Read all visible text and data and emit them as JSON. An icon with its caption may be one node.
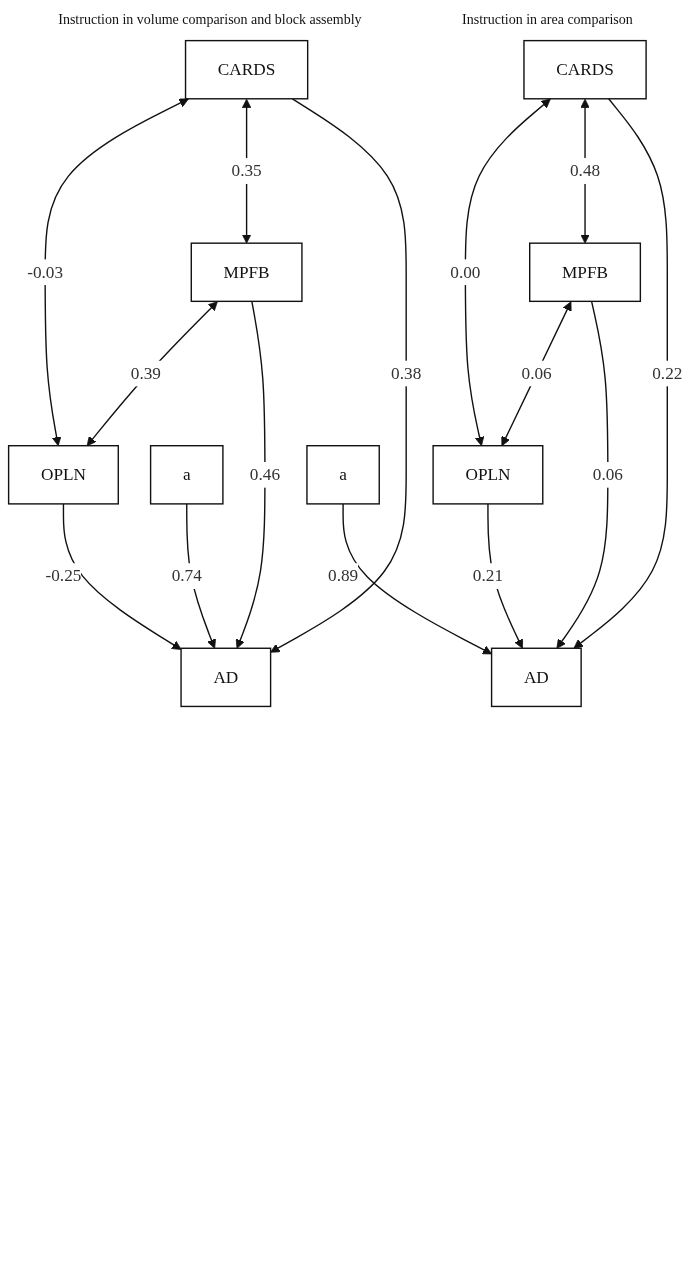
{
  "diagram": {
    "nodes": [
      {
        "text": [
          "CARDS"
        ]
      },
      {
        "text": [
          "MPFB"
        ]
      },
      {
        "text": [
          "OPLN"
        ]
      },
      {
        "text": [
          "a"
        ]
      },
      {
        "text": [
          "AD"
        ]
      },
      {
        "text": [
          "CARDS"
        ]
      },
      {
        "text": [
          "MPFB"
        ]
      },
      {
        "text": [
          "OPLN"
        ]
      },
      {
        "text": [
          "a"
        ]
      },
      {
        "text": [
          "AD"
        ]
      }
    ],
    "edges": [
      {
        "from": 0,
        "to": 2,
        "arrow": "both",
        "label": "-0.03"
      },
      {
        "from": 0,
        "to": 1,
        "arrow": "both",
        "label": "0.35"
      },
      {
        "from": 1,
        "to": 2,
        "arrow": "both",
        "label": "0.39"
      },
      {
        "from": 0,
        "to": 4,
        "arrow": "to",
        "label": "0.38"
      },
      {
        "from": 1,
        "to": 4,
        "arrow": "to",
        "label": "0.46"
      },
      {
        "from": 2,
        "to": 4,
        "arrow": "to",
        "label": "-0.25"
      },
      {
        "from": 3,
        "to": 4,
        "arrow": "to",
        "label": "0.74"
      },
      {
        "from": 5,
        "to": 7,
        "arrow": "both",
        "label": "0.00"
      },
      {
        "from": 5,
        "to": 6,
        "arrow": "both",
        "label": "0.48"
      },
      {
        "from": 6,
        "to": 7,
        "arrow": "both",
        "label": "0.06"
      },
      {
        "from": 5,
        "to": 9,
        "arrow": "to",
        "label": "0.22"
      },
      {
        "from": 6,
        "to": 9,
        "arrow": "to",
        "label": "0.06"
      },
      {
        "from": 7,
        "to": 9,
        "arrow": "to",
        "label": "0.21"
      },
      {
        "from": 8,
        "to": 9,
        "arrow": "to",
        "label": "0.89"
      }
    ],
    "labels": [
      "Instruction in volume comparison and block assembly",
      "Instruction in area comparison"
    ]
  }
}
